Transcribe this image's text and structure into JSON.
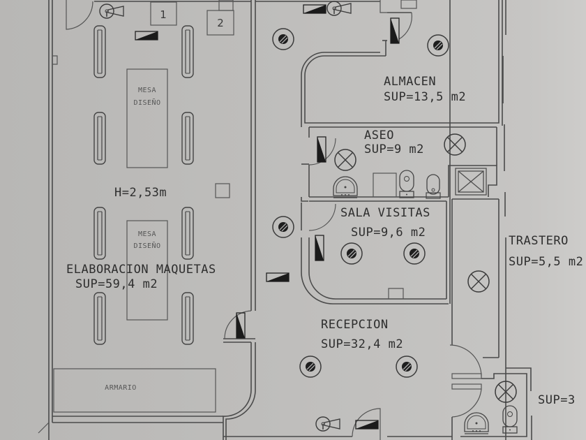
{
  "plan": {
    "title": "Floor plan",
    "colors": {
      "paper": "#bcbbb9",
      "paper_right": "#c9c8c6",
      "ink": "#3a3a3a",
      "fill_black": "#1b1b1b"
    },
    "rooms": {
      "elaboracion": {
        "name": "ELABORACION MAQUETAS",
        "area": "SUP=59,4 m2",
        "height_note": "H=2,53m"
      },
      "almacen": {
        "name": "ALMACEN",
        "area": "SUP=13,5 m2"
      },
      "aseo": {
        "name": "ASEO",
        "area": "SUP=9 m2"
      },
      "sala_visitas": {
        "name": "SALA VISITAS",
        "area": "SUP=9,6 m2"
      },
      "recepcion": {
        "name": "RECEPCION",
        "area": "SUP=32,4 m2"
      },
      "trastero": {
        "name": "TRASTERO",
        "area": "SUP=5,5 m2"
      },
      "small_wc": {
        "area": "SUP=3"
      }
    },
    "furniture": {
      "mesa_1": {
        "line1": "MESA",
        "line2": "DISEÑO"
      },
      "mesa_2": {
        "line1": "MESA",
        "line2": "DISEÑO"
      },
      "armario": "ARMARIO",
      "box_1": "1",
      "box_2": "2"
    },
    "symbols": [
      "ceiling-light",
      "wall-lamp-x",
      "emergency-light",
      "door-swing",
      "fluorescent-fixture",
      "speaker-horn",
      "toilet",
      "bidet",
      "washbasin",
      "shower-tray"
    ]
  }
}
